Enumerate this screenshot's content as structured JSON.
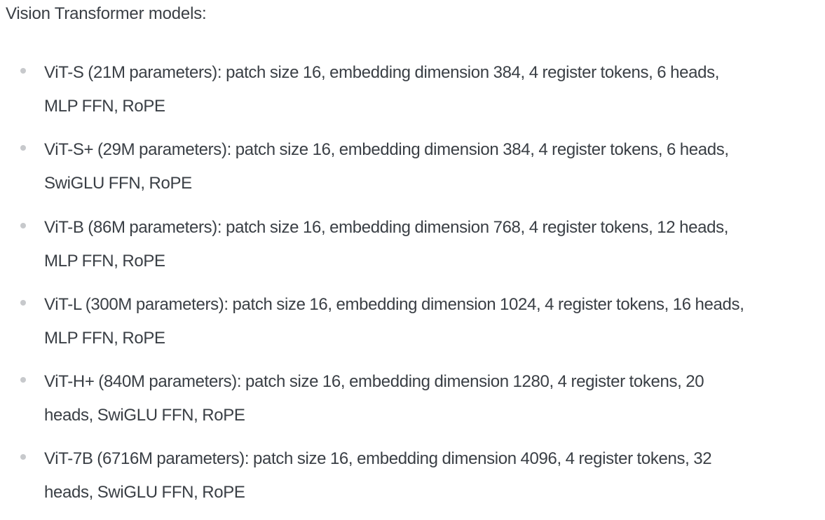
{
  "intro": "Vision Transformer models:",
  "models": [
    {
      "line1": "ViT-S (21M parameters): patch size 16, embedding dimension 384, 4 register tokens, 6 heads,",
      "line2": "MLP FFN, RoPE"
    },
    {
      "line1": "ViT-S+ (29M parameters): patch size 16, embedding dimension 384, 4 register tokens, 6 heads,",
      "line2": "SwiGLU FFN, RoPE"
    },
    {
      "line1": "ViT-B (86M parameters): patch size 16, embedding dimension 768, 4 register tokens, 12 heads,",
      "line2": "MLP FFN, RoPE"
    },
    {
      "line1": "ViT-L (300M parameters): patch size 16, embedding dimension 1024, 4 register tokens, 16 heads,",
      "line2": "MLP FFN, RoPE"
    },
    {
      "line1": "ViT-H+ (840M parameters): patch size 16, embedding dimension 1280, 4 register tokens, 20",
      "line2": "heads, SwiGLU FFN, RoPE"
    },
    {
      "line1": "ViT-7B (6716M parameters): patch size 16, embedding dimension 4096, 4 register tokens, 32",
      "line2": "heads, SwiGLU FFN, RoPE"
    }
  ]
}
